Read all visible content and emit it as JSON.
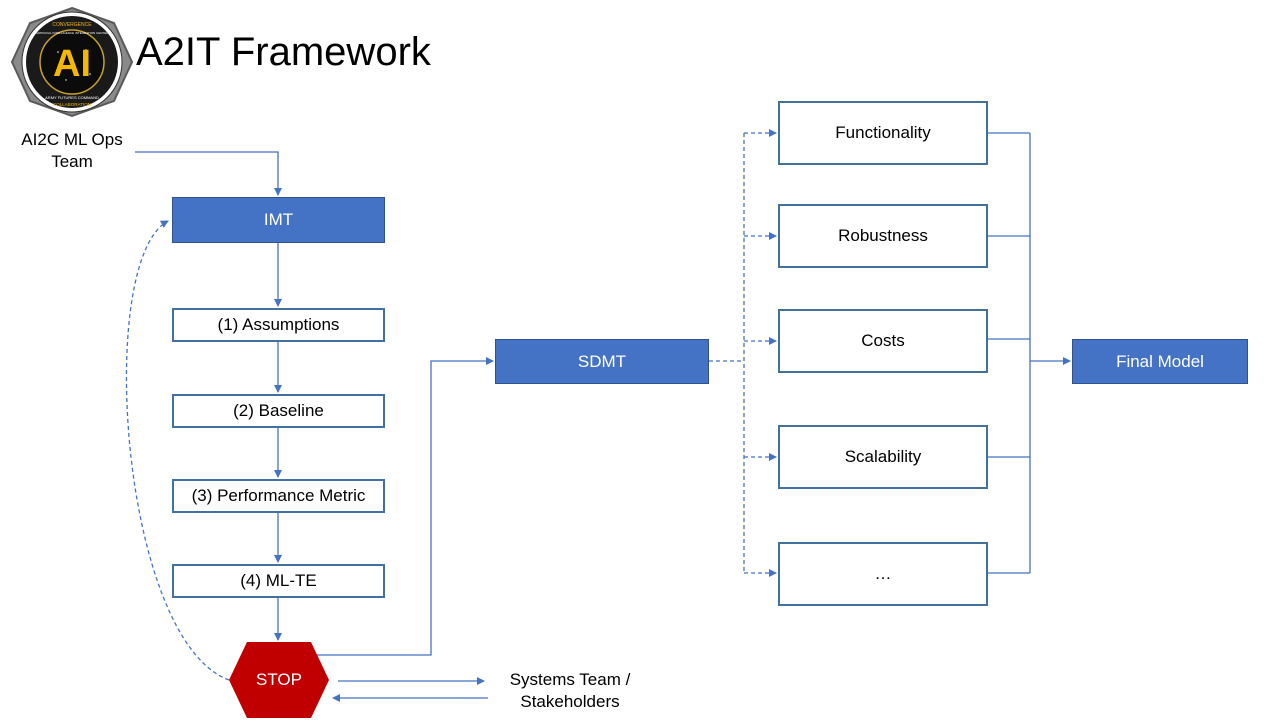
{
  "title": "A2IT Framework",
  "logo": {
    "center_text": "AI",
    "ring_text": [
      "CONVERGENCE",
      "ARTIFICIAL INTELLIGENCE INTEGRATION CENTER",
      "ARMY FUTURES COMMAND",
      "COLLABORATION"
    ]
  },
  "team_label": "AI2C ML Ops Team",
  "imt": "IMT",
  "steps": [
    "(1) Assumptions",
    "(2) Baseline",
    "(3) Performance Metric",
    "(4) ML-TE"
  ],
  "stop": "STOP",
  "systems_label": "Systems Team / Stakeholders",
  "sdmt": "SDMT",
  "criteria": [
    "Functionality",
    "Robustness",
    "Costs",
    "Scalability",
    "…"
  ],
  "final_model": "Final Model",
  "colors": {
    "filled_box": "#4472C4",
    "box_border": "#41719C",
    "connector": "#4472C4",
    "stop": "#C00000"
  }
}
